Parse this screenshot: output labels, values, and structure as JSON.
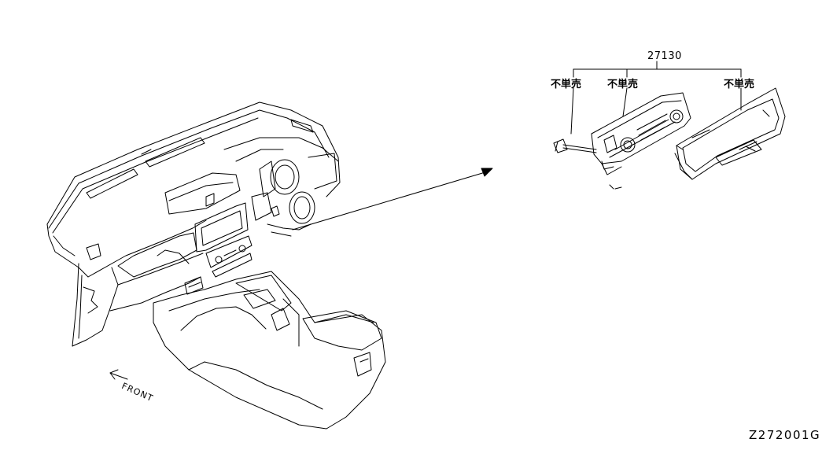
{
  "diagram": {
    "part_number": "27130",
    "not_sold_separately_labels": [
      "不単売",
      "不単売",
      "不単売"
    ],
    "front_label": "FRONT",
    "diagram_code": "Z272001G"
  }
}
